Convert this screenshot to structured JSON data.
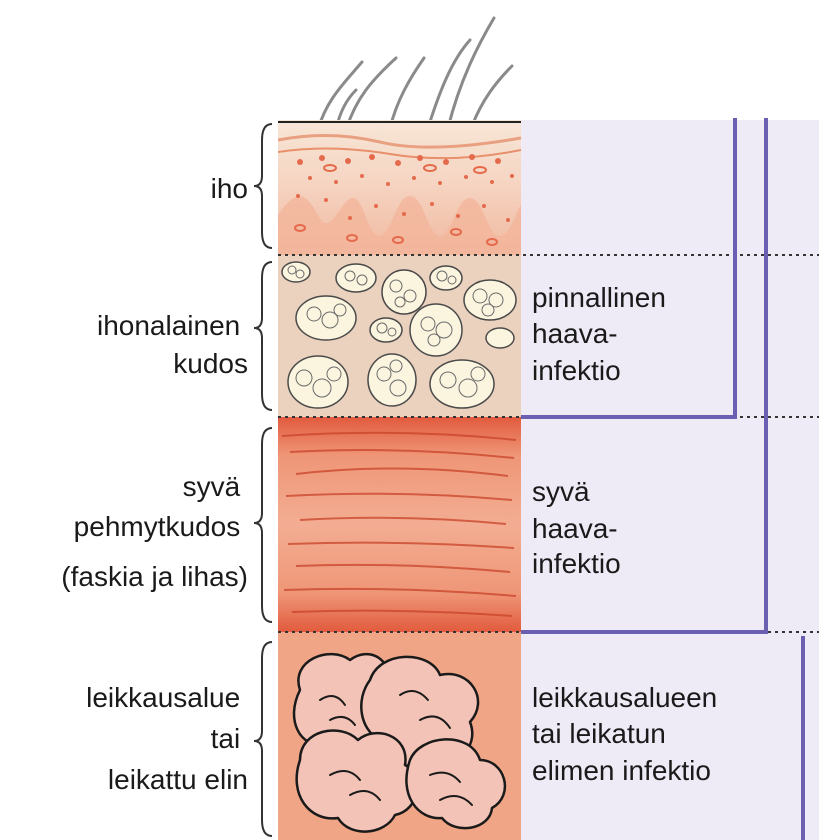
{
  "layers": {
    "skin": {
      "label_lines": [
        "iho"
      ]
    },
    "subcutaneous": {
      "label_lines": [
        "ihonalainen",
        "kudos"
      ]
    },
    "deep_soft_tissue": {
      "label_lines": [
        "syvä",
        "pehmytkudos",
        "(faskia ja lihas)"
      ]
    },
    "organ_space": {
      "label_lines": [
        "leikkausalue",
        "tai",
        "leikattu elin"
      ]
    }
  },
  "infections": {
    "superficial": {
      "lines": [
        "pinnallinen",
        "haava-",
        "infektio"
      ]
    },
    "deep": {
      "lines": [
        "syvä",
        "haava-",
        "infektio"
      ]
    },
    "organ": {
      "lines": [
        "leikkausalueen",
        "tai leikatun",
        "elimen infektio"
      ]
    }
  },
  "colors": {
    "bracket_line": "#6a5fb0",
    "panel_background": "#eeeaf6",
    "skin": "#f3cdb8",
    "fat": "#ead2be",
    "muscle": "#eb8f6c",
    "organ_background": "#f0a586",
    "organ": "#f2c3b6"
  }
}
